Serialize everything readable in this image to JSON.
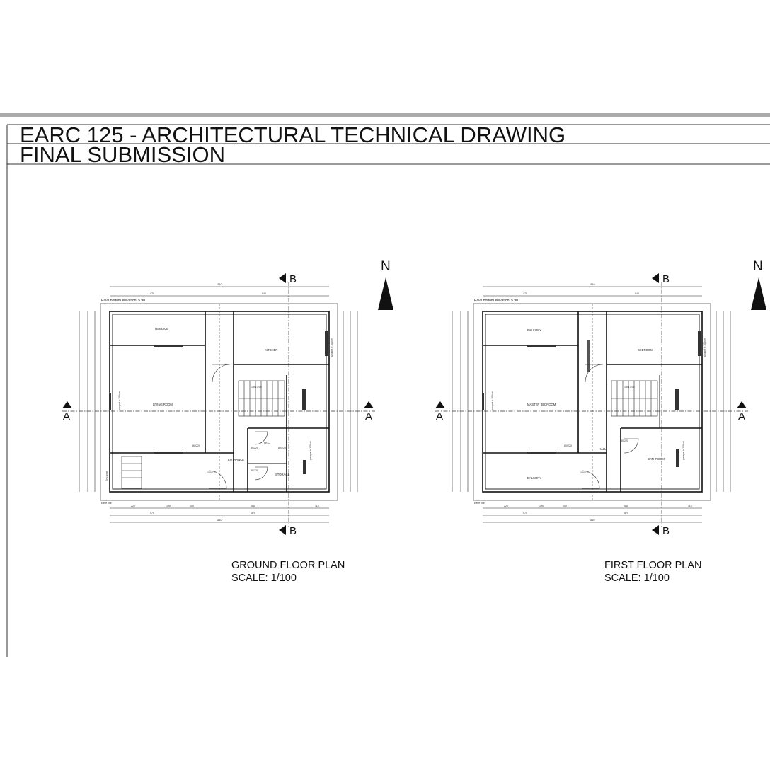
{
  "sheet": {
    "title_line1": "EARC 125 - ARCHITECTURAL TECHNICAL DRAWING",
    "title_line2": "FINAL SUBMISSION"
  },
  "north_label": "N",
  "section_labels": {
    "a": "A",
    "b": "B"
  },
  "plans": [
    {
      "label": "GROUND FLOOR PLAN",
      "scale": "SCALE: 1/100",
      "eave_note": "Eave bottom elevation: 5.90",
      "eave_line": "Eave line",
      "rooms": {
        "top_left": "TERRACE",
        "top_right": "KITCHEN",
        "mid_left": "LIVING ROOM",
        "bottom_center": "ENTRANCE",
        "wc": "W.C.",
        "storage": "STORAGE"
      },
      "door_tags": [
        "80/220",
        "80/220",
        "80/220",
        "80/220",
        "100/220"
      ],
      "stair_up": "16x17/30",
      "entrance_arrow": "Entrance",
      "parapet": "parapet h:100cm",
      "parapet2": "parapet h:120cm"
    },
    {
      "label": "FIRST FLOOR PLAN",
      "scale": "SCALE: 1/100",
      "eave_note": "Eave bottom elevation: 5.90",
      "eave_line": "Eave line",
      "rooms": {
        "top_left": "BALCONY",
        "top_right": "BEDROOM",
        "mid_left": "MASTER BEDROOM",
        "bottom_left": "BALCONY",
        "hall": "HALL",
        "bath": "BATHROOM"
      },
      "door_tags": [
        "80/220",
        "80/220",
        "100/220"
      ],
      "stair_up": "16x17/30",
      "parapet": "parapet h:100cm",
      "parapet2": "parapet h:120cm"
    }
  ]
}
